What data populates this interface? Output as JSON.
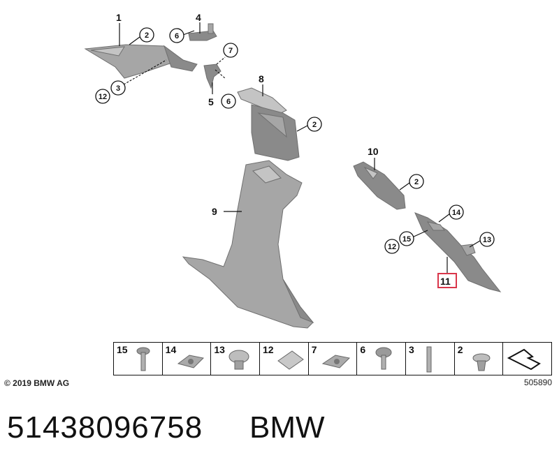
{
  "callouts": {
    "c1": "1",
    "c2a": "2",
    "c2b": "2",
    "c2c": "2",
    "c3": "3",
    "c4": "4",
    "c5": "5",
    "c6a": "6",
    "c6b": "6",
    "c7": "7",
    "c8": "8",
    "c9": "9",
    "c10": "10",
    "c11": "11",
    "c12a": "12",
    "c12b": "12",
    "c13": "13",
    "c14": "14",
    "c15": "15"
  },
  "highlight_color": "#d9364a",
  "strip": {
    "items": [
      "15",
      "14",
      "13",
      "12",
      "7",
      "6",
      "3",
      "2",
      ""
    ]
  },
  "footer": {
    "copyright": "© 2019 BMW AG",
    "reference": "505890",
    "part_number": "51438096758",
    "brand": "BMW"
  }
}
